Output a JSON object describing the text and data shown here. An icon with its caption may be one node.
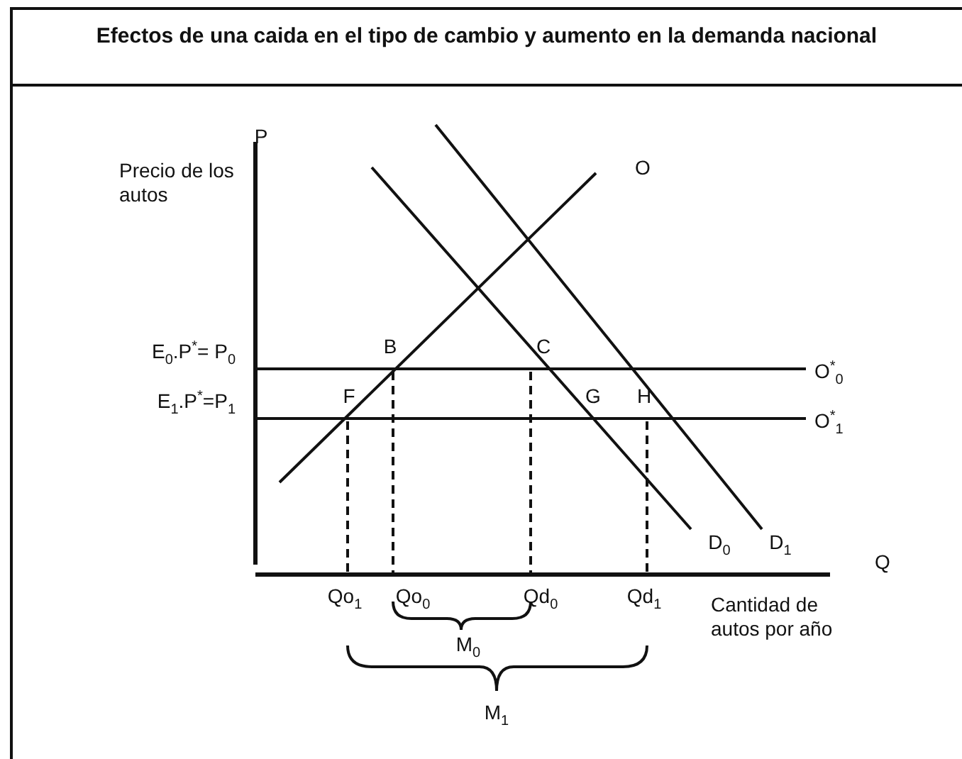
{
  "diagram": {
    "title": "Efectos de una caida en el tipo de cambio y aumento en la demanda nacional",
    "labels": [
      "P",
      "Precio de los autos",
      "O",
      "E$_{0}$.P$^{*}$= P$_{0}$",
      "B",
      "C",
      "O$^{*}$$_{0}$",
      "E$_{1}$.P$^{*}$=P$_{1}$",
      "F",
      "G",
      "H",
      "O$^{*}$$_{1}$",
      "D$_{0}$",
      "D$_{1}$",
      "Q",
      "Qo$_{1}$",
      "Qo$_{0}$",
      "Qd$_{0}$",
      "Qd$_{1}$",
      "Cantidad de autos por año",
      "M$_{0}$",
      "M$_{1}$"
    ]
  }
}
